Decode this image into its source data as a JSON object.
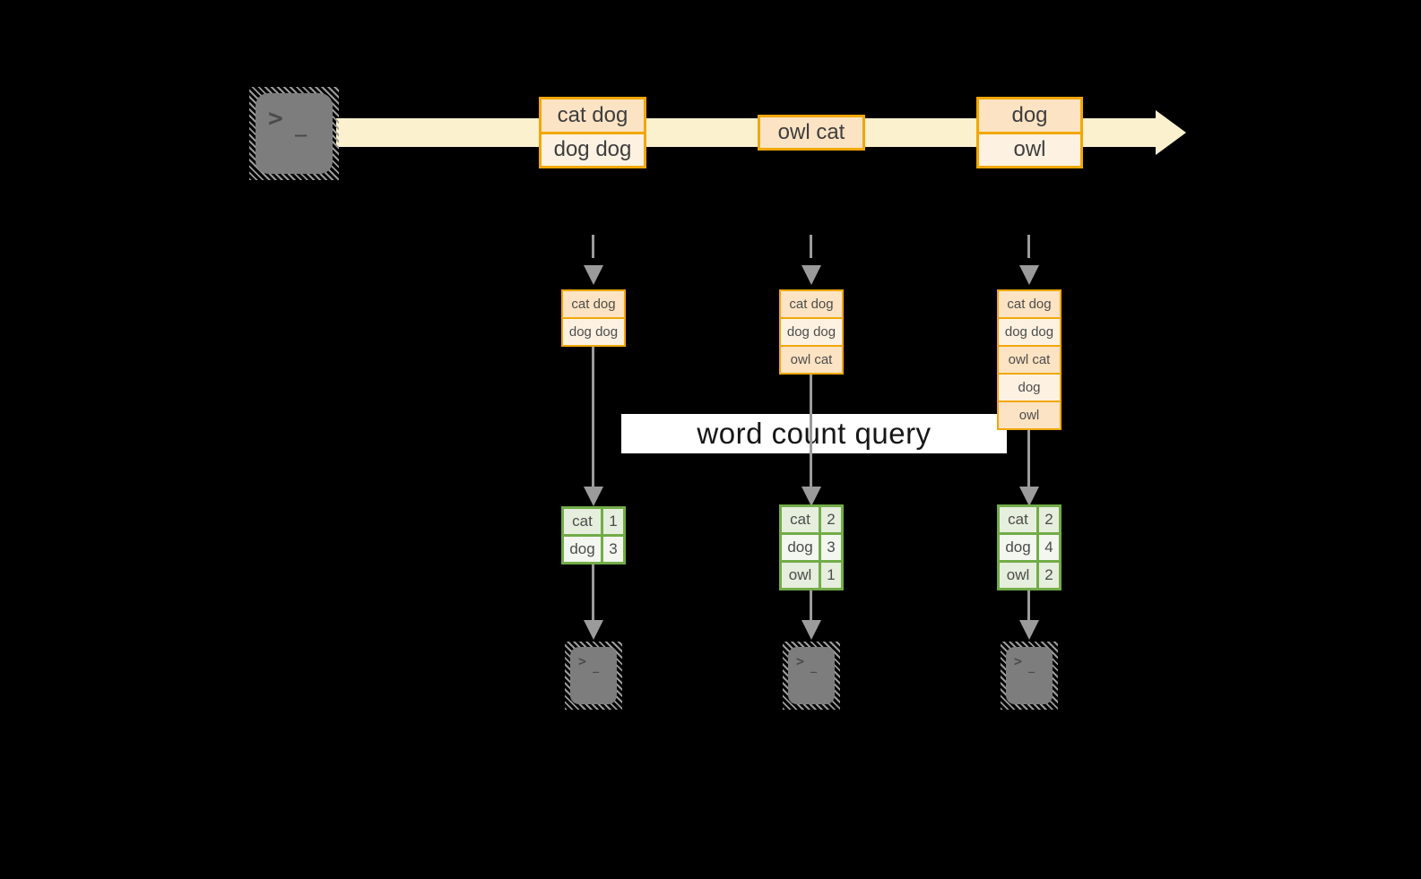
{
  "title": "word count query stream diagram",
  "colors": {
    "background": "#000000",
    "stream_fill": "#fbf1cf",
    "box_border": "#f1a707",
    "box_fill_dark": "#fbe3c3",
    "box_fill_light": "#fdf2e2",
    "table_border": "#72ac48",
    "cell_fill_dark": "#e6eedd",
    "cell_fill_light": "#f3f7ef",
    "arrow_gray": "#9b9b9b",
    "terminal_gray": "#7d7d7d",
    "banner_bg": "#ffffff",
    "banner_text": "#161616"
  },
  "icons": {
    "source_terminal": "terminal-icon",
    "output_terminal": "terminal-icon",
    "prompt_glyph": ">",
    "cursor_glyph": "_"
  },
  "banner": {
    "label": "word count query"
  },
  "stream": {
    "batches": [
      {
        "records": [
          "cat dog",
          "dog dog"
        ]
      },
      {
        "records": [
          "owl cat"
        ]
      },
      {
        "records": [
          "dog",
          "owl"
        ]
      }
    ]
  },
  "pipelines": [
    {
      "state": [
        "cat dog",
        "dog dog"
      ],
      "counts": [
        [
          "cat",
          "1"
        ],
        [
          "dog",
          "3"
        ]
      ]
    },
    {
      "state": [
        "cat dog",
        "dog dog",
        "owl cat"
      ],
      "counts": [
        [
          "cat",
          "2"
        ],
        [
          "dog",
          "3"
        ],
        [
          "owl",
          "1"
        ]
      ]
    },
    {
      "state": [
        "cat dog",
        "dog dog",
        "owl cat",
        "dog",
        "owl"
      ],
      "counts": [
        [
          "cat",
          "2"
        ],
        [
          "dog",
          "4"
        ],
        [
          "owl",
          "2"
        ]
      ]
    }
  ]
}
